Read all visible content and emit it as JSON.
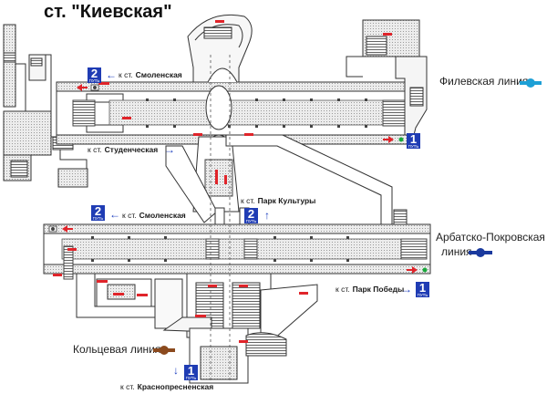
{
  "station_title": "ст. \"Киевская\"",
  "labels": {
    "fil_line": "Филевская линия",
    "arb_line_1": "Арбатско-Покровская",
    "arb_line_2": "линия",
    "ring_line": "Кольцевая линия",
    "dir_prefix": "к ст.",
    "smolenskaya_top": "Смоленская",
    "studencheskaya": "Студенческая",
    "park_kultury": "Парк Культуры",
    "smolenskaya_mid": "Смоленская",
    "park_pobedy": "Парк Победы",
    "krasnopresnenskaya": "Краснопресненская"
  },
  "track_badges": [
    {
      "number": "2",
      "caption": "ПУТЬ"
    },
    {
      "number": "1",
      "caption": "ПУТЬ"
    },
    {
      "number": "2",
      "caption": "ПУТЬ"
    },
    {
      "number": "2",
      "caption": "ПУТЬ"
    },
    {
      "number": "1",
      "caption": "ПУТЬ"
    },
    {
      "number": "1",
      "caption": "ПУТЬ"
    }
  ],
  "colors": {
    "fil_line": "#1ea0d6",
    "arb_line": "#1a3a9e",
    "ring_line": "#8b4a1e",
    "badge": "#1f3cb4",
    "marker_red": "#e0242a",
    "signal_green": "#19a83b"
  }
}
